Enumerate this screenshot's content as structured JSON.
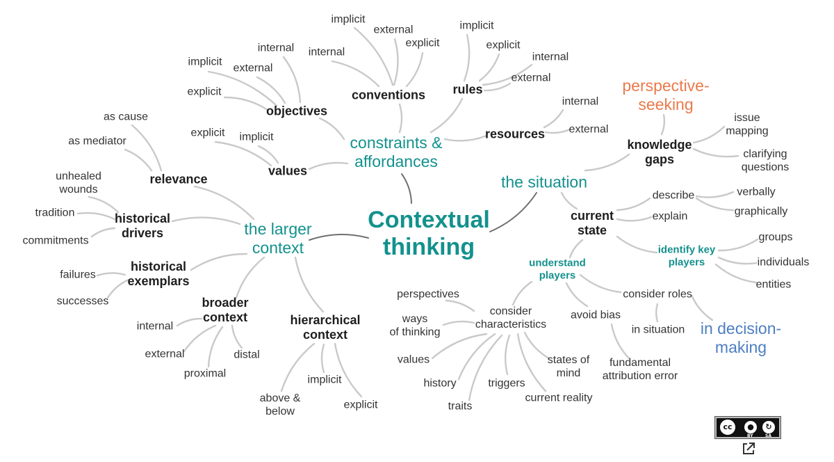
{
  "colors": {
    "teal": "#13918d",
    "orange": "#ea7a4b",
    "blue": "#4d7ec2",
    "line": "#c9c9c9",
    "main_line": "#6f6f6f"
  },
  "center": {
    "line1": "Contextual",
    "line2": "thinking"
  },
  "branches": {
    "constraints": {
      "title": {
        "line1": "constraints &",
        "line2": "affordances"
      },
      "conventions": {
        "label": "conventions",
        "children": [
          "implicit",
          "internal",
          "external",
          "explicit"
        ]
      },
      "rules": {
        "label": "rules",
        "children": [
          "implicit",
          "explicit",
          "internal",
          "external"
        ]
      },
      "objectives": {
        "label": "objectives",
        "children": [
          "internal",
          "implicit",
          "external",
          "explicit"
        ]
      },
      "values": {
        "label": "values",
        "children": [
          "explicit",
          "implicit"
        ]
      },
      "resources": {
        "label": "resources",
        "children": [
          "internal",
          "external"
        ]
      }
    },
    "larger_context": {
      "title": {
        "line1": "the larger",
        "line2": "context"
      },
      "relevance": {
        "label": "relevance",
        "children": [
          "as cause",
          "as mediator"
        ]
      },
      "historical_drivers": {
        "label": {
          "line1": "historical",
          "line2": "drivers"
        },
        "children": [
          {
            "line1": "unhealed",
            "line2": "wounds"
          },
          "tradition",
          "commitments"
        ]
      },
      "historical_exemplars": {
        "label": {
          "line1": "historical",
          "line2": "exemplars"
        },
        "children": [
          "failures",
          "successes"
        ]
      },
      "broader_context": {
        "label": {
          "line1": "broader",
          "line2": "context"
        },
        "children": [
          "internal",
          "external",
          "proximal",
          "distal"
        ]
      },
      "hierarchical_context": {
        "label": {
          "line1": "hierarchical",
          "line2": "context"
        },
        "children": [
          {
            "line1": "above &",
            "line2": "below"
          },
          "implicit",
          "explicit"
        ]
      }
    },
    "situation": {
      "title": "the situation",
      "knowledge_gaps": {
        "label": {
          "line1": "knowledge",
          "line2": "gaps"
        },
        "perspective": {
          "line1": "perspective-",
          "line2": "seeking"
        },
        "children": [
          {
            "line1": "issue",
            "line2": "mapping"
          },
          {
            "line1": "clarifying",
            "line2": "questions"
          }
        ]
      },
      "current_state": {
        "label": {
          "line1": "current",
          "line2": "state"
        },
        "describe": {
          "label": "describe",
          "children": [
            "verbally",
            "graphically"
          ]
        },
        "explain": "explain",
        "identify_key_players": {
          "label": {
            "line1": "identify key",
            "line2": "players"
          },
          "children": [
            "groups",
            "individuals",
            "entities"
          ]
        }
      },
      "understand_players": {
        "label": {
          "line1": "understand",
          "line2": "players"
        },
        "consider_characteristics": {
          "label": {
            "line1": "consider",
            "line2": "characteristics"
          },
          "children": [
            "perspectives",
            {
              "line1": "ways",
              "line2": "of thinking"
            },
            "values",
            "history",
            "traits",
            "triggers",
            "current reality",
            {
              "line1": "states of",
              "line2": "mind"
            }
          ]
        },
        "avoid_bias": {
          "label": "avoid bias",
          "children": [
            {
              "line1": "fundamental",
              "line2": "attribution error"
            }
          ]
        },
        "consider_roles": {
          "label": "consider roles",
          "children": [
            "in situation",
            {
              "line1": "in decision-",
              "line2": "making"
            }
          ]
        }
      }
    }
  },
  "license": {
    "badge": "CC BY SA",
    "by": "BY",
    "sa": "SA"
  }
}
